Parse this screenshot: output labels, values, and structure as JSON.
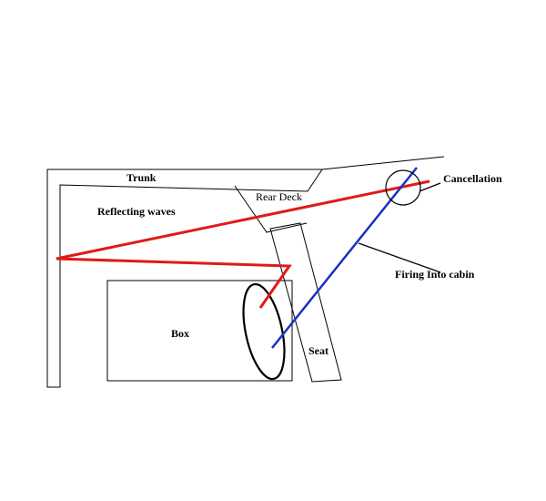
{
  "labels": {
    "trunk": "Trunk",
    "rear_deck": "Rear Deck",
    "reflecting_waves": "Reflecting waves",
    "cancellation": "Cancellation",
    "firing_into_cabin": "Firing Into cabin",
    "box": "Box",
    "seat": "Seat"
  },
  "colors": {
    "reflecting_wave": "#e01a1a",
    "direct_wave": "#1c2fc4",
    "outline": "#000000"
  }
}
